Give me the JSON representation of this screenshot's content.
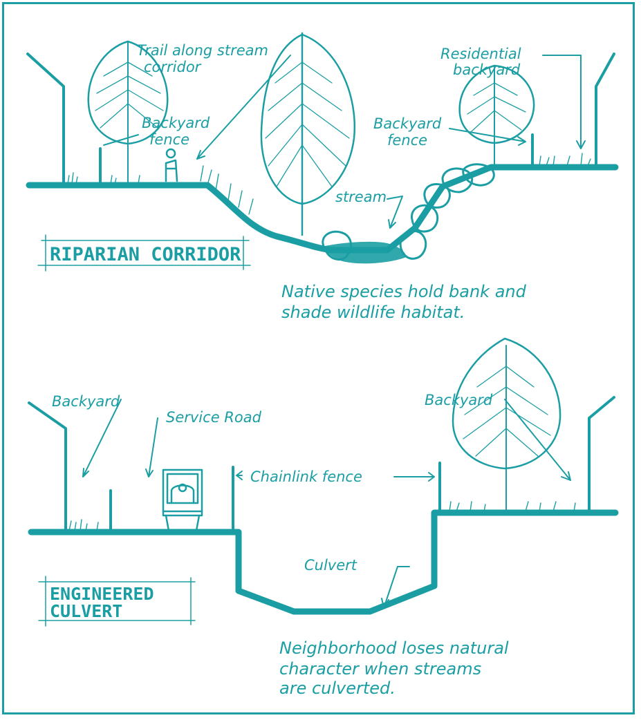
{
  "colors": {
    "ink": "#1a9ea3",
    "background": "#ffffff"
  },
  "riparian": {
    "title": "RIPARIAN CORRIDOR",
    "labels": {
      "trail_line1": "Trail along stream",
      "trail_line2": "corridor",
      "backyard_fence_left_line1": "Backyard",
      "backyard_fence_left_line2": "fence",
      "residential_line1": "Residential",
      "residential_line2": "backyard",
      "backyard_fence_right_line1": "Backyard",
      "backyard_fence_right_line2": "fence",
      "stream": "stream"
    },
    "caption_line1": "Native species hold bank and",
    "caption_line2": "shade wildlife habitat."
  },
  "culvert": {
    "title_line1": "ENGINEERED",
    "title_line2": "CULVERT",
    "labels": {
      "backyard_left": "Backyard",
      "service_road": "Service Road",
      "chainlink_fence": "Chainlink fence",
      "backyard_right": "Backyard",
      "culvert": "Culvert"
    },
    "caption_line1": "Neighborhood loses natural",
    "caption_line2": "character when streams",
    "caption_line3": "are culverted."
  }
}
